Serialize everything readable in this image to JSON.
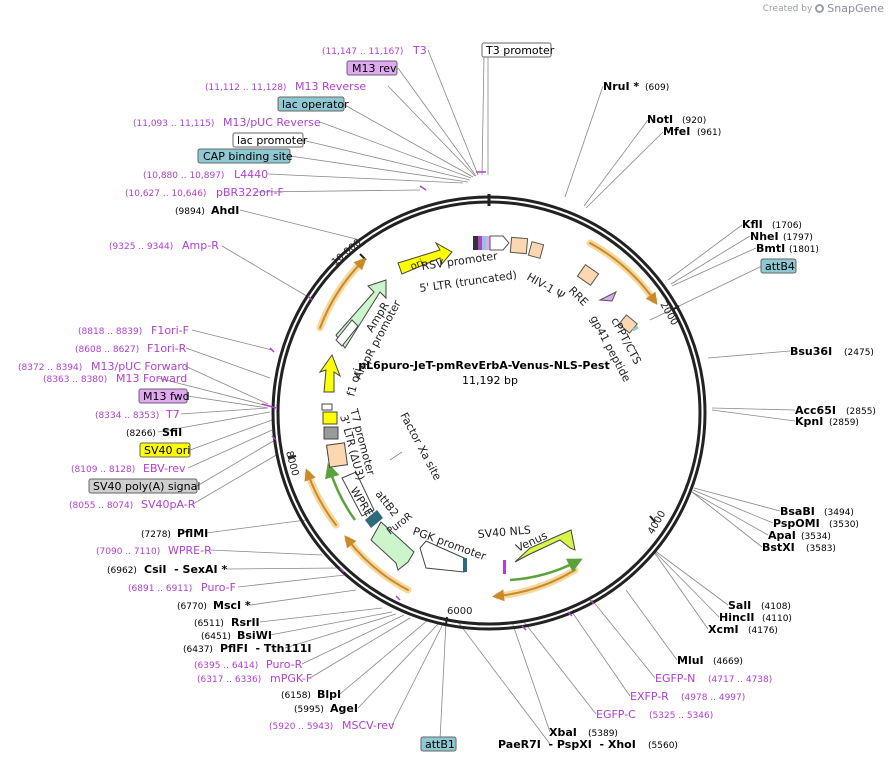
{
  "branding": {
    "caption": "Created by",
    "name": "SnapGene"
  },
  "plasmid": {
    "name": "pL6puro-JeT-pmRevErbA-Venus-NLS-Pest",
    "length_label": "11,192 bp"
  },
  "colors": {
    "feature_label": "#b13fd0",
    "enzyme_label": "#000000",
    "line": "#888888",
    "arc_orange": "#c98a2c",
    "arc_green": "#5aa33a",
    "yellow": "#ffff00",
    "teal_box": "#8ec8d2",
    "purple_box": "#e0a8f0",
    "gray_box": "#cfcfcf"
  },
  "ticks": [
    "2000",
    "4000",
    "6000",
    "8000",
    "10,000"
  ],
  "labels": [
    {
      "range": "(11,147 .. 11,167)",
      "name": "T3",
      "type": "feature"
    },
    {
      "name": "T3 promoter",
      "type": "boxed-white"
    },
    {
      "name": "M13 rev",
      "type": "boxed-purple"
    },
    {
      "range": "(11,112 .. 11,128)",
      "name": "M13 Reverse",
      "type": "feature"
    },
    {
      "name": "lac operator",
      "type": "boxed-teal"
    },
    {
      "range": "(11,093 .. 11,115)",
      "name": "M13/pUC Reverse",
      "type": "feature"
    },
    {
      "name": "lac promoter",
      "type": "boxed-white"
    },
    {
      "name": "CAP binding site",
      "type": "boxed-teal"
    },
    {
      "range": "(10,880 .. 10,897)",
      "name": "L4440",
      "type": "feature"
    },
    {
      "range": "(10,627 .. 10,646)",
      "name": "pBR322ori-F",
      "type": "feature"
    },
    {
      "range": "(9894)",
      "name": "AhdI",
      "type": "enzyme-left"
    },
    {
      "range": "(9325 .. 9344)",
      "name": "Amp-R",
      "type": "feature"
    },
    {
      "range": "(8818 .. 8839)",
      "name": "F1ori-F",
      "type": "feature"
    },
    {
      "range": "(8608 .. 8627)",
      "name": "F1ori-R",
      "type": "feature"
    },
    {
      "range": "(8372 .. 8394)",
      "name": "M13/pUC Forward",
      "type": "feature"
    },
    {
      "range": "(8363 .. 8380)",
      "name": "M13 Forward",
      "type": "feature"
    },
    {
      "name": "M13 fwd",
      "type": "boxed-purple"
    },
    {
      "range": "(8334 .. 8353)",
      "name": "T7",
      "type": "feature"
    },
    {
      "range": "(8266)",
      "name": "SfiI",
      "type": "enzyme-left"
    },
    {
      "name": "SV40 ori",
      "type": "boxed-yellow"
    },
    {
      "range": "(8109 .. 8128)",
      "name": "EBV-rev",
      "type": "feature"
    },
    {
      "name": "SV40 poly(A) signal",
      "type": "boxed-gray"
    },
    {
      "range": "(8055 .. 8074)",
      "name": "SV40pA-R",
      "type": "feature"
    },
    {
      "range": "(7278)",
      "name": "PflMI",
      "type": "enzyme-left"
    },
    {
      "range": "(7090 .. 7110)",
      "name": "WPRE-R",
      "type": "feature"
    },
    {
      "range": "(6962)",
      "name": "CsiI  - SexAI *",
      "type": "enzyme-left"
    },
    {
      "range": "(6891 .. 6911)",
      "name": "Puro-F",
      "type": "feature"
    },
    {
      "range": "(6770)",
      "name": "MscI *",
      "type": "enzyme-left"
    },
    {
      "range": "(6511)",
      "name": "RsrII",
      "type": "enzyme-left"
    },
    {
      "range": "(6451)",
      "name": "BsiWI",
      "type": "enzyme-left"
    },
    {
      "range": "(6437)",
      "name": "PflFI  - Tth111I",
      "type": "enzyme-left"
    },
    {
      "range": "(6395 .. 6414)",
      "name": "Puro-R",
      "type": "feature"
    },
    {
      "range": "(6317 .. 6336)",
      "name": "mPGK-F",
      "type": "feature"
    },
    {
      "range": "(6158)",
      "name": "BlpI",
      "type": "enzyme-left"
    },
    {
      "range": "(5995)",
      "name": "AgeI",
      "type": "enzyme-left"
    },
    {
      "range": "(5920 .. 5943)",
      "name": "MSCV-rev",
      "type": "feature"
    },
    {
      "name": "attB1",
      "type": "boxed-teal"
    },
    {
      "name": "PaeR7I  - PspXI  - XhoI",
      "range": "(5560)",
      "type": "enzyme-right"
    },
    {
      "name": "XbaI",
      "range": "(5389)",
      "type": "enzyme-right"
    },
    {
      "name": "EGFP-C",
      "range": "(5325 .. 5346)",
      "type": "feature-right"
    },
    {
      "name": "EXFP-R",
      "range": "(4978 .. 4997)",
      "type": "feature-right"
    },
    {
      "name": "EGFP-N",
      "range": "(4717 .. 4738)",
      "type": "feature-right"
    },
    {
      "name": "MluI",
      "range": "(4669)",
      "type": "enzyme-right"
    },
    {
      "name": "XcmI",
      "range": "(4176)",
      "type": "enzyme-right"
    },
    {
      "name": "HincII",
      "range": "(4110)",
      "type": "enzyme-right"
    },
    {
      "name": "SalI",
      "range": "(4108)",
      "type": "enzyme-right"
    },
    {
      "name": "BstXI",
      "range": "(3583)",
      "type": "enzyme-right"
    },
    {
      "name": "ApaI",
      "range": "(3534)",
      "type": "enzyme-right"
    },
    {
      "name": "PspOMI",
      "range": "(3530)",
      "type": "enzyme-right"
    },
    {
      "name": "BsaBI",
      "range": "(3494)",
      "type": "enzyme-right"
    },
    {
      "name": "KpnI",
      "range": "(2859)",
      "type": "enzyme-right"
    },
    {
      "name": "Acc65I",
      "range": "(2855)",
      "type": "enzyme-right"
    },
    {
      "name": "Bsu36I",
      "range": "(2475)",
      "type": "enzyme-right"
    },
    {
      "name": "attB4",
      "type": "boxed-teal"
    },
    {
      "name": "BmtI",
      "range": "(1801)",
      "type": "enzyme-right"
    },
    {
      "name": "NheI",
      "range": "(1797)",
      "type": "enzyme-right"
    },
    {
      "name": "KflI",
      "range": "(1706)",
      "type": "enzyme-right"
    },
    {
      "name": "MfeI",
      "range": "(961)",
      "type": "enzyme-right"
    },
    {
      "name": "NotI",
      "range": "(920)",
      "type": "enzyme-right"
    },
    {
      "name": "NruI *",
      "range": "(609)",
      "type": "enzyme-right"
    }
  ],
  "inner_features": [
    {
      "name": "RSV promoter"
    },
    {
      "name": "5' LTR (truncated)"
    },
    {
      "name": "HIV-1 Ψ"
    },
    {
      "name": "RRE"
    },
    {
      "name": "cPPT/CTS"
    },
    {
      "name": "gp41 peptide"
    },
    {
      "name": "ori"
    },
    {
      "name": "AmpR"
    },
    {
      "name": "AmpR promoter"
    },
    {
      "name": "f1 ori"
    },
    {
      "name": "T7 promoter"
    },
    {
      "name": "3' LTR (ΔU3)"
    },
    {
      "name": "Factor Xa site"
    },
    {
      "name": "WPRE"
    },
    {
      "name": "attB2"
    },
    {
      "name": "PuroR"
    },
    {
      "name": "PGK promoter"
    },
    {
      "name": "SV40 NLS"
    },
    {
      "name": "Venus"
    }
  ]
}
